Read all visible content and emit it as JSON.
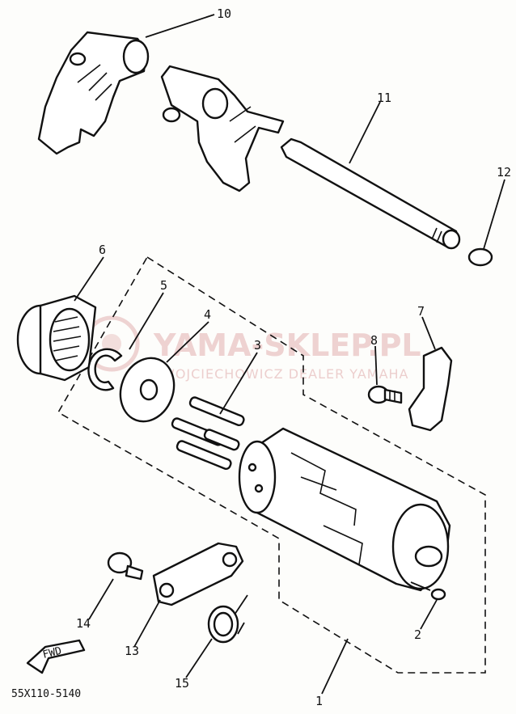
{
  "watermark": {
    "title": "YAMA-SKLEP.PL",
    "subtitle": "WOJCIECHOWICZ DEALER YAMAHA"
  },
  "drawing_code": "55X110-5140",
  "fwd_label": "FWD",
  "callouts": {
    "c1": "1",
    "c2": "2",
    "c3": "3",
    "c4": "4",
    "c5": "5",
    "c6": "6",
    "c7": "7",
    "c8": "8",
    "c10": "10",
    "c11": "11",
    "c12": "12",
    "c13": "13",
    "c14": "14",
    "c15": "15"
  },
  "colors": {
    "ink": "#111111",
    "watermark": "#e2b0b0",
    "paper": "#fdfdfb"
  }
}
